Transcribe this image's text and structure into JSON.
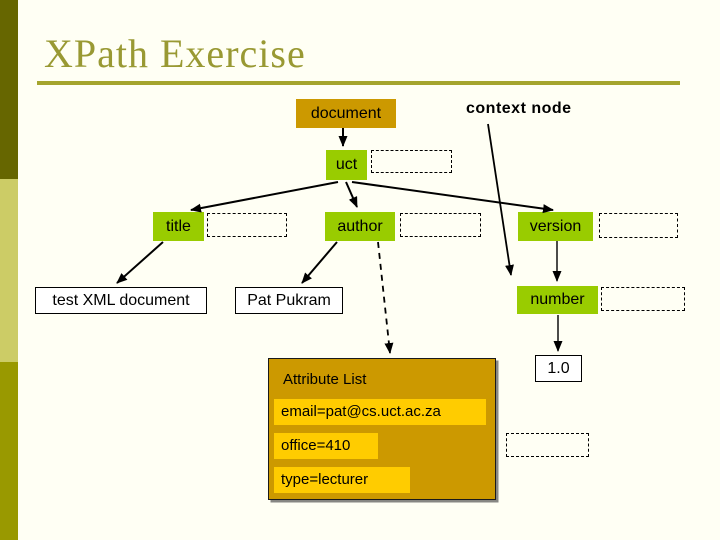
{
  "slide": {
    "title": "XPath Exercise",
    "context_label": "context node"
  },
  "tree": {
    "nodes": {
      "document": "document",
      "uct": "uct",
      "title": "title",
      "author": "author",
      "version": "version",
      "number": "number"
    },
    "leaves": {
      "title_value": "test XML document",
      "author_value": "Pat Pukram",
      "version_value": "1.0"
    },
    "attribute_list": {
      "header": "Attribute List",
      "attributes": [
        "email=pat@cs.uct.ac.za",
        "office=410",
        "type=lecturer"
      ]
    },
    "edges": [
      {
        "from": "document",
        "to": "uct",
        "style": "solid-arrow"
      },
      {
        "from": "uct",
        "to": "title",
        "style": "solid-arrow"
      },
      {
        "from": "uct",
        "to": "author",
        "style": "solid-arrow"
      },
      {
        "from": "uct",
        "to": "version",
        "style": "solid-arrow"
      },
      {
        "from": "title",
        "to": "test XML document",
        "style": "solid-arrow"
      },
      {
        "from": "author",
        "to": "Pat Pukram",
        "style": "solid-arrow"
      },
      {
        "from": "author",
        "to": "Attribute List",
        "style": "dashed-arrow"
      },
      {
        "from": "version",
        "to": "number",
        "style": "solid-arrow"
      },
      {
        "from": "number",
        "to": "1.0",
        "style": "solid-arrow"
      },
      {
        "from": "context node",
        "to": "number",
        "style": "solid-arrow"
      }
    ]
  },
  "colors": {
    "element_node": "#99cc00",
    "root_node": "#cc9900",
    "attribute_box": "#cc9900",
    "attribute_bar": "#ffcc00",
    "title_text": "#999933",
    "title_rule": "#a5a52d",
    "sidebar_top": "#666600",
    "sidebar_middle": "#cccc66",
    "sidebar_bottom": "#999900"
  }
}
